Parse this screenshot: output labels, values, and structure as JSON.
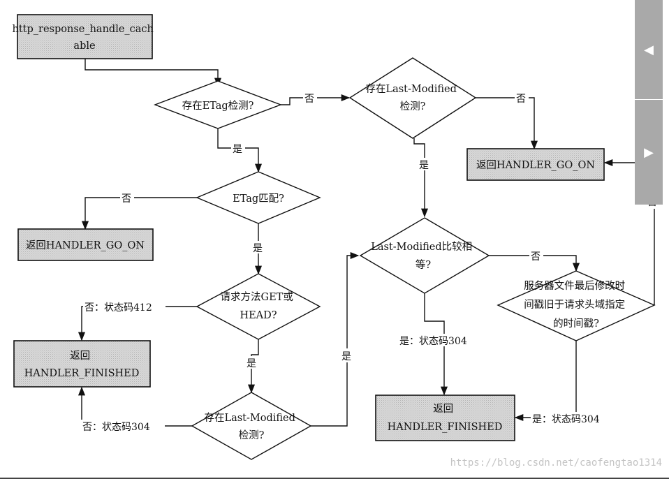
{
  "flowchart": {
    "start": [
      "http_response_handle_cach",
      "able"
    ],
    "etag_exists": [
      "存在ETag检测?"
    ],
    "etag_match": [
      "ETag匹配?"
    ],
    "method_check": [
      "请求方法GET或",
      "HEAD?"
    ],
    "lm_exists_bottom": [
      "存在Last-Modified",
      "检测?"
    ],
    "lm_exists_top": [
      "存在Last-Modified",
      "检测?"
    ],
    "lm_equal": [
      "Last-Modified比较相",
      "等?"
    ],
    "server_time": [
      "服务器文件最后修改时",
      "间戳旧于请求头域指定",
      "的时间戳?"
    ],
    "go_on_left": [
      "返回HANDLER_GO_ON"
    ],
    "go_on_right": [
      "返回HANDLER_GO_ON"
    ],
    "finished_left": [
      "返回",
      "HANDLER_FINISHED"
    ],
    "finished_right": [
      "返回",
      "HANDLER_FINISHED"
    ],
    "edge_etag_no": "否",
    "edge_etag_yes": "是",
    "edge_match_no": "否",
    "edge_match_yes": "是",
    "edge_method_no": "否：状态码412",
    "edge_method_yes": "是",
    "edge_lmb_no": "否：状态码304",
    "edge_lmb_yes": "是",
    "edge_lmt_no": "否",
    "edge_lmt_yes": "是",
    "edge_lmeq_yes": "是：状态码304",
    "edge_lmeq_no": "否",
    "edge_srv_yes": "是：状态码304",
    "edge_srv_no": "否"
  },
  "nav": {
    "prev_icon": "◀",
    "next_icon": "▶"
  },
  "watermark": "https://blog.csdn.net/caofengtao1314",
  "colors": {
    "box_fill": "#d6d6d6",
    "line": "#111111",
    "nav": "#a9a9a9"
  }
}
